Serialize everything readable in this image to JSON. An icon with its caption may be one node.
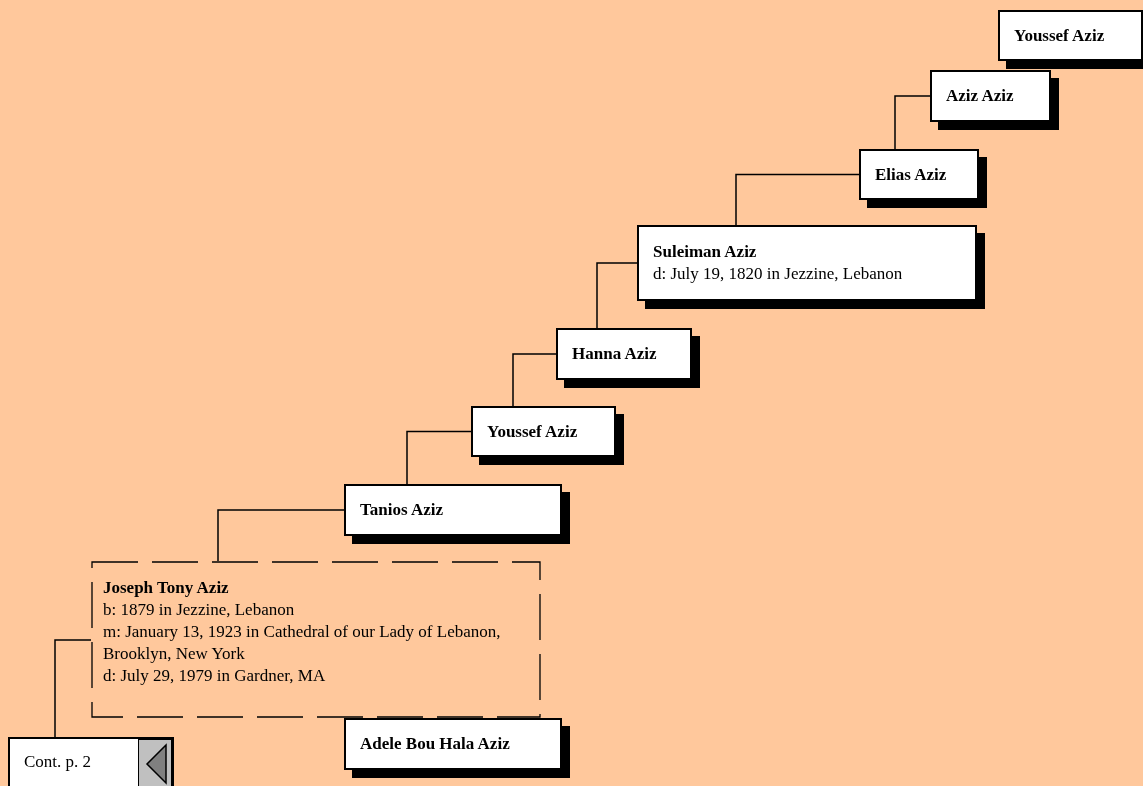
{
  "diagram": {
    "nodes": [
      {
        "text": [
          "Youssef Aziz"
        ]
      },
      {
        "text": [
          "Aziz Aziz"
        ]
      },
      {
        "text": [
          "Elias Aziz"
        ]
      },
      {
        "text": [
          "Suleiman Aziz",
          "d: July 19, 1820 in Jezzine, Lebanon"
        ]
      },
      {
        "text": [
          "Hanna Aziz"
        ]
      },
      {
        "text": [
          "Youssef Aziz"
        ]
      },
      {
        "text": [
          "Tanios Aziz"
        ]
      },
      {
        "text": [
          "Joseph Tony Aziz",
          "b: 1879 in Jezzine, Lebanon",
          "m: January 13, 1923 in Cathedral of our Lady of Lebanon, Brooklyn, New York",
          "d: July 29, 1979 in Gardner, MA"
        ]
      },
      {
        "text": [
          "Adele Bou Hala Aziz"
        ]
      },
      {
        "text": [
          "Cont. p. 2"
        ]
      }
    ],
    "edges": [
      {
        "from": 2,
        "to": 1,
        "arrow": "none"
      },
      {
        "from": 3,
        "to": 2,
        "arrow": "none"
      },
      {
        "from": 4,
        "to": 3,
        "arrow": "none"
      },
      {
        "from": 5,
        "to": 4,
        "arrow": "none"
      },
      {
        "from": 6,
        "to": 5,
        "arrow": "none"
      },
      {
        "from": 7,
        "to": 6,
        "arrow": "none"
      },
      {
        "from": 9,
        "to": 7,
        "arrow": "none"
      }
    ]
  }
}
